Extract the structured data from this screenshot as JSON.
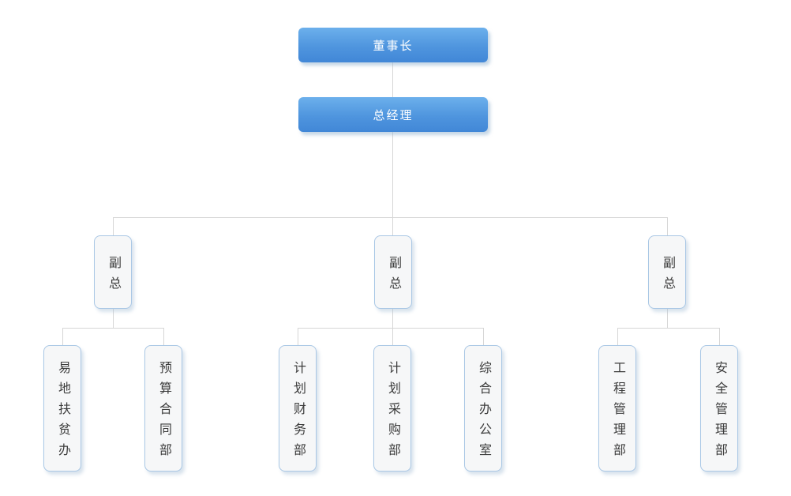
{
  "diagram": {
    "type": "org-chart",
    "nodes": {
      "chairman": {
        "id": "chairman",
        "label": "董事长",
        "level": 1
      },
      "general_manager": {
        "id": "general_manager",
        "label": "总经理",
        "level": 2
      },
      "vp_left": {
        "id": "vp_left",
        "label": "副总",
        "level": 3
      },
      "vp_middle": {
        "id": "vp_middle",
        "label": "副总",
        "level": 3
      },
      "vp_right": {
        "id": "vp_right",
        "label": "副总",
        "level": 3
      },
      "dept_relocation": {
        "id": "dept_relocation",
        "label": "易地扶贫办",
        "level": 4
      },
      "dept_budget": {
        "id": "dept_budget",
        "label": "预算合同部",
        "level": 4
      },
      "dept_finance": {
        "id": "dept_finance",
        "label": "计划财务部",
        "level": 4
      },
      "dept_procure": {
        "id": "dept_procure",
        "label": "计划采购部",
        "level": 4
      },
      "dept_general": {
        "id": "dept_general",
        "label": "综合办公室",
        "level": 4
      },
      "dept_engineer": {
        "id": "dept_engineer",
        "label": "工程管理部",
        "level": 4
      },
      "dept_safety": {
        "id": "dept_safety",
        "label": "安全管理部",
        "level": 4
      }
    },
    "hierarchy": [
      {
        "parent": "chairman",
        "children": [
          "general_manager"
        ]
      },
      {
        "parent": "general_manager",
        "children": [
          "vp_left",
          "vp_middle",
          "vp_right"
        ]
      },
      {
        "parent": "vp_left",
        "children": [
          "dept_relocation",
          "dept_budget"
        ]
      },
      {
        "parent": "vp_middle",
        "children": [
          "dept_finance",
          "dept_procure",
          "dept_general"
        ]
      },
      {
        "parent": "vp_right",
        "children": [
          "dept_engineer",
          "dept_safety"
        ]
      }
    ]
  },
  "colors": {
    "manager_box_gradient_top": "#6cb0ec",
    "manager_box_gradient_bottom": "#4187d7",
    "manager_box_text": "#ffffff",
    "dept_box_background": "#f6f7f8",
    "dept_box_border": "#a9c7e5",
    "dept_box_text": "#3c3c3c",
    "connector_line": "#d6d6d6"
  }
}
